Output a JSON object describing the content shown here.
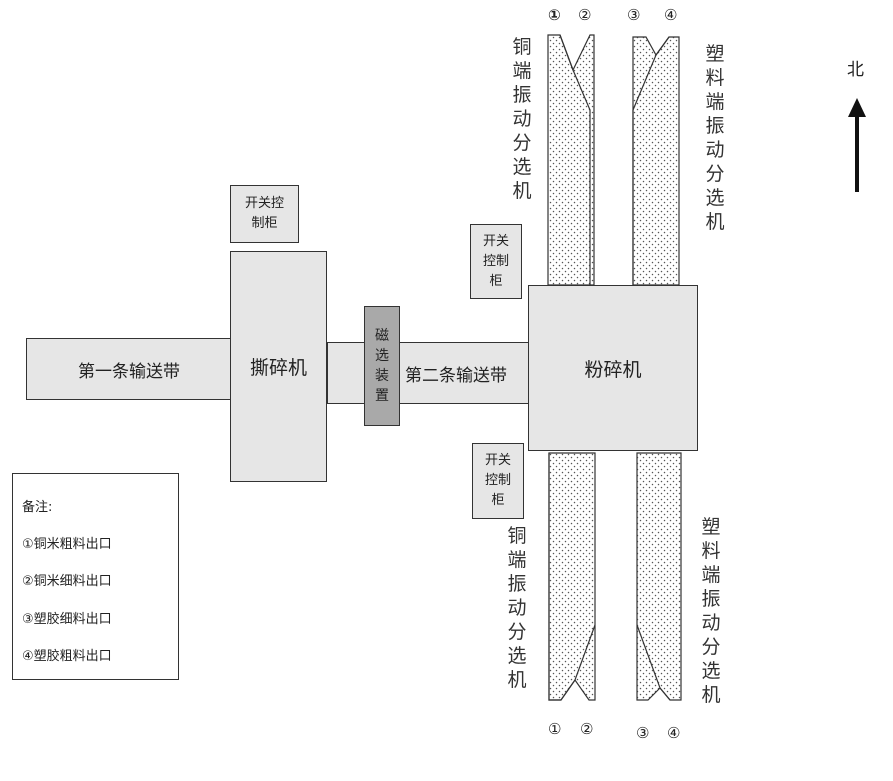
{
  "conveyor1": "第一条输送带",
  "conveyor2": "第二条输送带",
  "shredder": "撕碎机",
  "magnetic": "磁选装置",
  "pulverizer": "粉碎机",
  "control_cabinet": "开关控制柜",
  "copper_sorter": "铜端振动分选机",
  "plastic_sorter": "塑料端振动分选机",
  "north": "北",
  "outlets": {
    "top": [
      "①",
      "②",
      "③",
      "④"
    ],
    "bottom": [
      "①",
      "②",
      "③",
      "④"
    ]
  },
  "legend": {
    "title": "备注:",
    "items": [
      "①铜米粗料出口",
      "②铜米细料出口",
      "③塑胶细料出口",
      "④塑胶粗料出口"
    ]
  },
  "colors": {
    "box_fill": "#e6e6e6",
    "magnetic_fill": "#a9a9a9",
    "border": "#333333"
  }
}
